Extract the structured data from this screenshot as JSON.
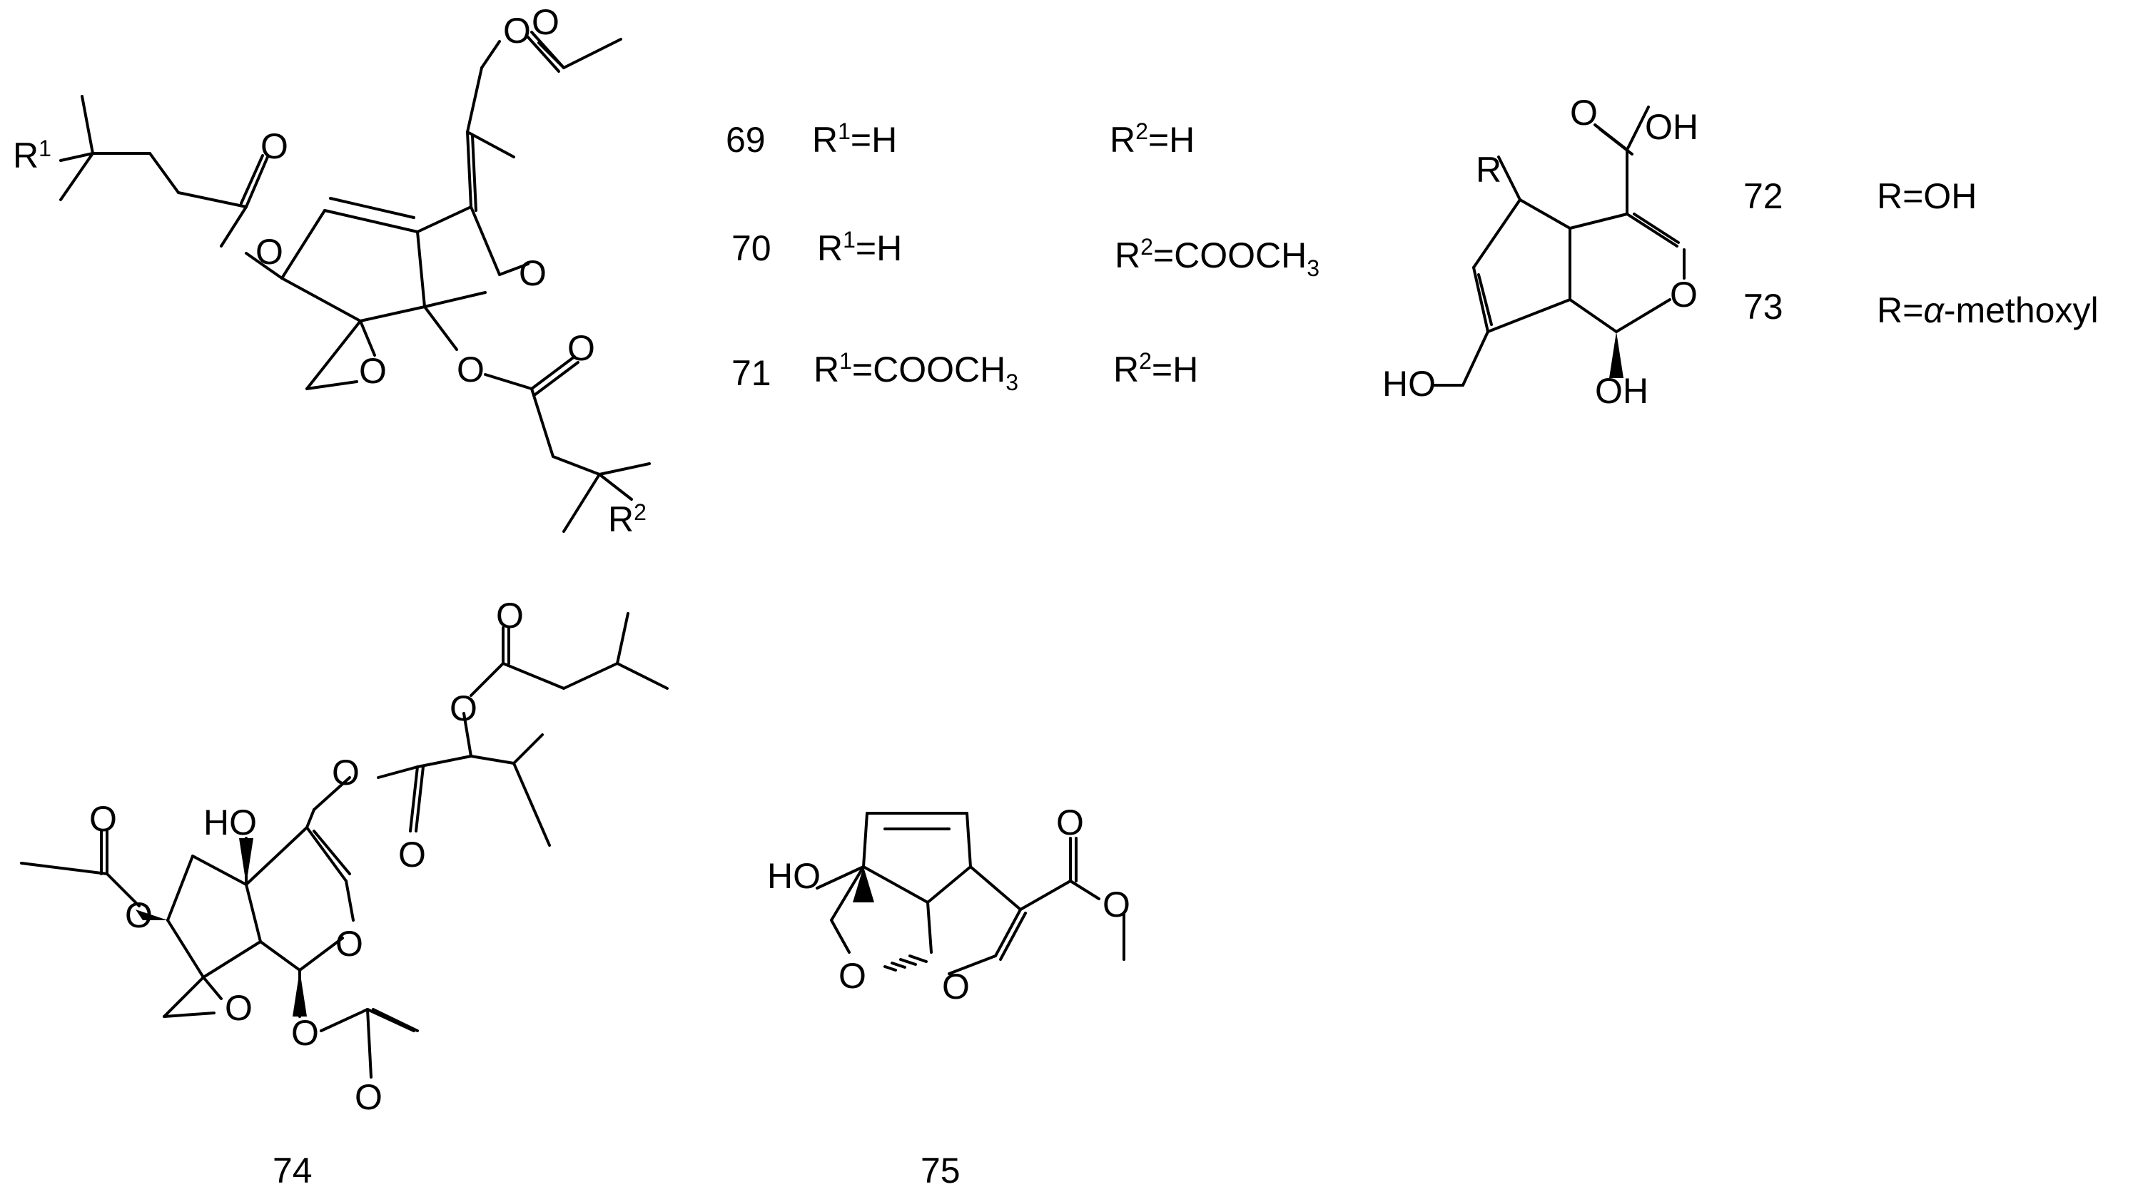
{
  "compounds": {
    "c69": {
      "number": "69",
      "r1_prefix": "R",
      "r1_sup": "1",
      "r1_value": "=H",
      "r2_prefix": "R",
      "r2_sup": "2",
      "r2_value": "=H"
    },
    "c70": {
      "number": "70",
      "r1_prefix": "R",
      "r1_sup": "1",
      "r1_value": "=H",
      "r2_prefix": "R",
      "r2_sup": "2",
      "r2_value": "=COOCH",
      "r2_sub": "3"
    },
    "c71": {
      "number": "71",
      "r1_prefix": "R",
      "r1_sup": "1",
      "r1_value": "=COOCH",
      "r1_sub": "3",
      "r2_prefix": "R",
      "r2_sup": "2",
      "r2_value": "=H"
    },
    "c72": {
      "number": "72",
      "r_value": "R=OH"
    },
    "c73": {
      "number": "73",
      "r_prefix": "R=",
      "r_alpha": "α",
      "r_suffix": "-methoxyl"
    },
    "c74": {
      "number": "74"
    },
    "c75": {
      "number": "75"
    }
  },
  "atoms": {
    "O": "O",
    "OH": "OH",
    "HO": "HO",
    "R": "R",
    "R1": "R",
    "R1_sup": "1",
    "R2": "R",
    "R2_sup": "2"
  }
}
